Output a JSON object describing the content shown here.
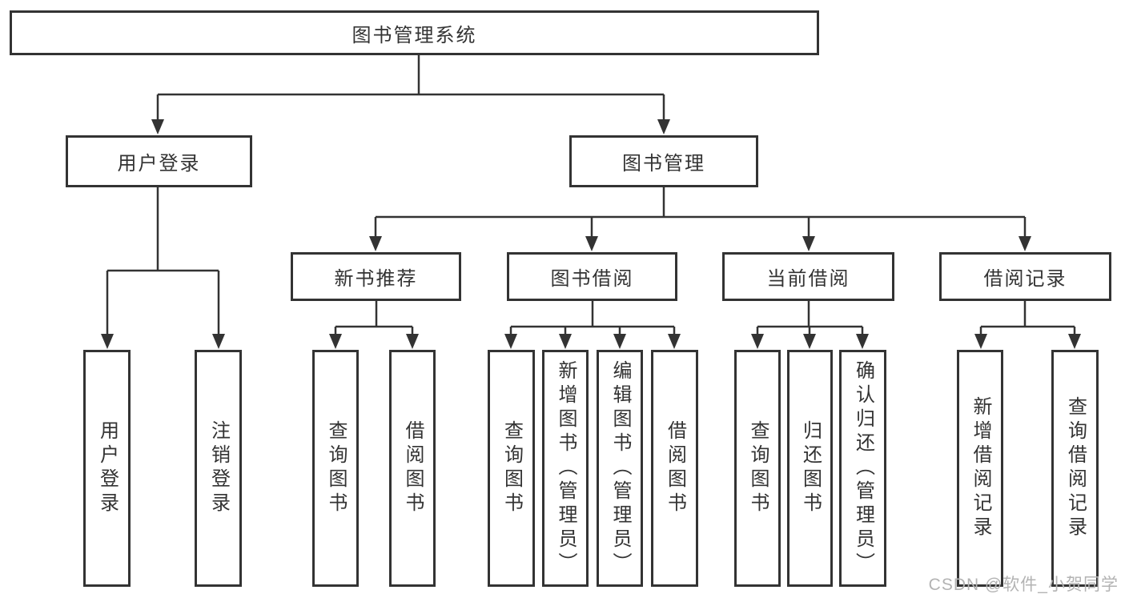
{
  "tree": {
    "root": {
      "label": "图书管理系统",
      "children": [
        {
          "label": "用户登录",
          "children": [
            {
              "label": "用户登录"
            },
            {
              "label": "注销登录"
            }
          ]
        },
        {
          "label": "图书管理",
          "children": [
            {
              "label": "新书推荐",
              "children": [
                {
                  "label": "查询图书"
                },
                {
                  "label": "借阅图书"
                }
              ]
            },
            {
              "label": "图书借阅",
              "children": [
                {
                  "label": "查询图书"
                },
                {
                  "label": "新增图书（管理员）"
                },
                {
                  "label": "编辑图书（管理员）"
                },
                {
                  "label": "借阅图书"
                }
              ]
            },
            {
              "label": "当前借阅",
              "children": [
                {
                  "label": "查询图书"
                },
                {
                  "label": "归还图书"
                },
                {
                  "label": "确认归还（管理员）"
                }
              ]
            },
            {
              "label": "借阅记录",
              "children": [
                {
                  "label": "新增借阅记录"
                },
                {
                  "label": "查询借阅记录"
                }
              ]
            }
          ]
        }
      ]
    }
  },
  "watermark": {
    "text": "CSDN @软件_小贺同学"
  },
  "colors": {
    "line": "#333333",
    "text": "#333333",
    "box_background": "#ffffff",
    "watermark": "#b3b3b3"
  }
}
